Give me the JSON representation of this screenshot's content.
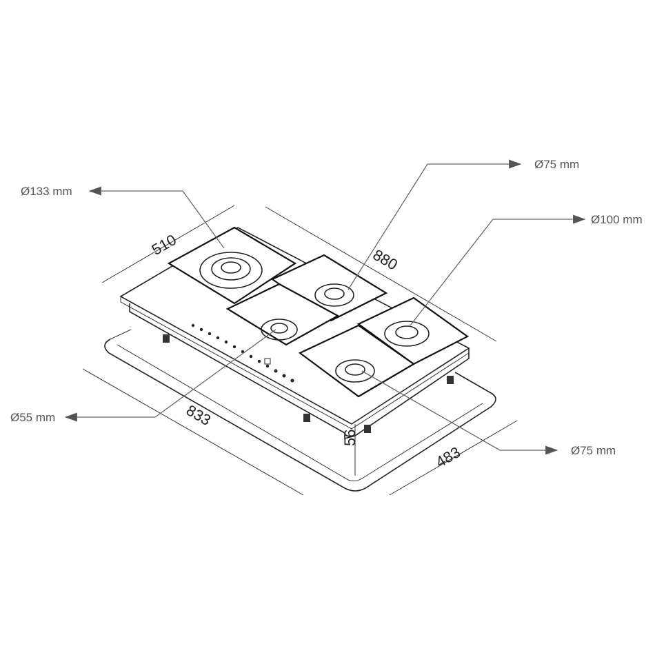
{
  "diagram": {
    "dimensions": {
      "depth_top": "510",
      "width_top": "880",
      "cutout_width": "833",
      "cutout_depth": "483",
      "height": "56"
    },
    "burners": {
      "wok": "Ø133 mm",
      "rear_middle": "Ø75 mm",
      "rear_right": "Ø100 mm",
      "front_left": "Ø55 mm",
      "front_right": "Ø75 mm"
    },
    "colors": {
      "line": "#222222",
      "leader": "#666666"
    }
  }
}
